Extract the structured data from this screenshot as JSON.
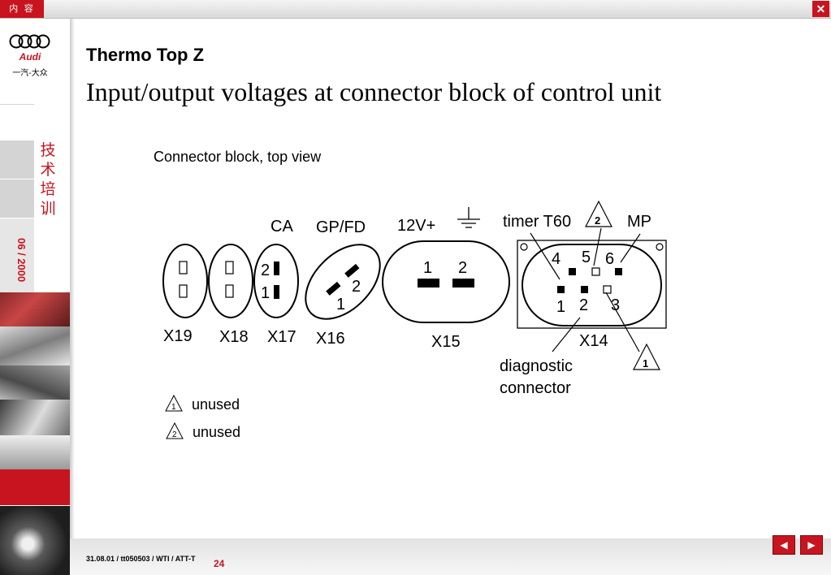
{
  "window": {
    "menu_label": "内 容",
    "close_label": "✕"
  },
  "sidebar": {
    "logo_word": "Audi",
    "logo_caption": "一汽-大众",
    "section_title": "技术培训",
    "date": "06 / 2000"
  },
  "slide": {
    "subtitle": "Thermo Top Z",
    "title": "Input/output voltages at connector block of control unit",
    "caption": "Connector block, top view",
    "connectors": {
      "x19": {
        "name": "X19",
        "pin_a": "",
        "pin_b": ""
      },
      "x18": {
        "name": "X18",
        "pin_a": "",
        "pin_b": ""
      },
      "x17": {
        "name": "X17",
        "header": "CA",
        "pin_2": "2",
        "pin_1": "1"
      },
      "x16": {
        "name": "X16",
        "header": "GP/FD",
        "pin_2": "2",
        "pin_1": "1"
      },
      "x15": {
        "name": "X15",
        "header": "12V+",
        "pin_1": "1",
        "pin_2": "2"
      },
      "x14": {
        "name": "X14",
        "pins": [
          "1",
          "2",
          "3",
          "4",
          "5",
          "6"
        ],
        "label_timer": "timer T60",
        "label_mp": "MP",
        "label_diag_line1": "diagnostic",
        "label_diag_line2": "connector",
        "badge_top": "2",
        "badge_right": "1"
      }
    },
    "legend": [
      {
        "badge": "1",
        "text": "unused"
      },
      {
        "badge": "2",
        "text": "unused"
      }
    ]
  },
  "footer": {
    "text": "31.08.01 / tt050503 / WTI / ATT-T",
    "page": "24",
    "prev_icon": "◀",
    "next_icon": "▶"
  }
}
